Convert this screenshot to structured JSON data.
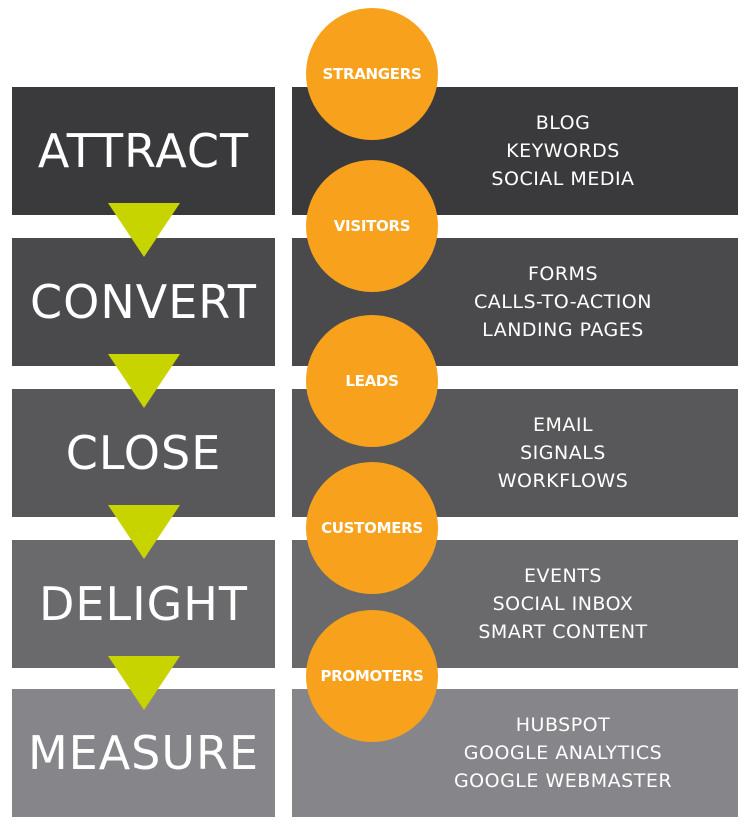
{
  "stages": [
    {
      "label": "ATTRACT",
      "color": "#3a3a3c"
    },
    {
      "label": "CONVERT",
      "color": "#4a4a4c"
    },
    {
      "label": "CLOSE",
      "color": "#58585a"
    },
    {
      "label": "DELIGHT",
      "color": "#6a6a6c"
    },
    {
      "label": "MEASURE",
      "color": "#86868a"
    }
  ],
  "tools": [
    {
      "items": [
        "BLOG",
        "KEYWORDS",
        "SOCIAL MEDIA"
      ]
    },
    {
      "items": [
        "FORMS",
        "CALLS-TO-ACTION",
        "LANDING PAGES"
      ]
    },
    {
      "items": [
        "EMAIL",
        "SIGNALS",
        "WORKFLOWS"
      ]
    },
    {
      "items": [
        "EVENTS",
        "SOCIAL INBOX",
        "SMART CONTENT"
      ]
    },
    {
      "items": [
        "HUBSPOT",
        "GOOGLE ANALYTICS",
        "GOOGLE WEBMASTER"
      ]
    }
  ],
  "audiences": [
    "STRANGERS",
    "VISITORS",
    "LEADS",
    "CUSTOMERS",
    "PROMOTERS"
  ],
  "colors": {
    "arrow": "#c8d400",
    "circle": "#f7a11c"
  }
}
